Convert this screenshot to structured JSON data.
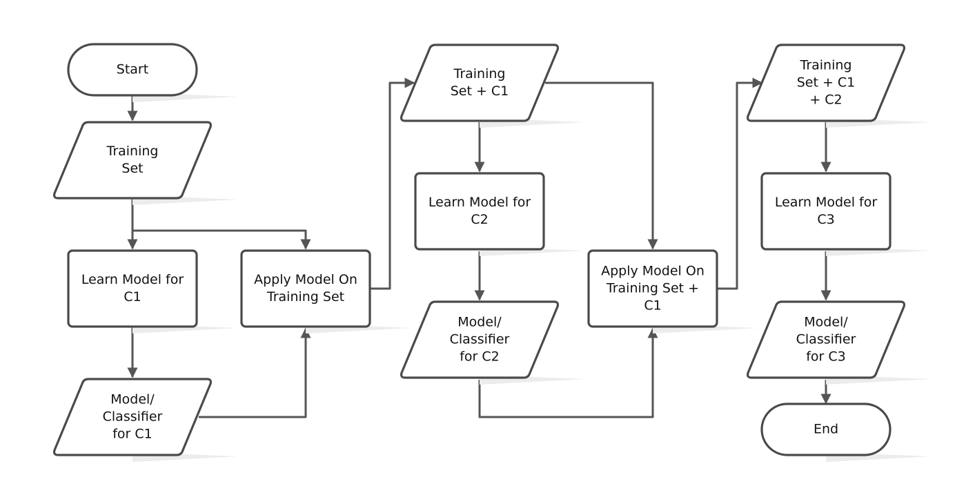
{
  "diagram": {
    "type": "flowchart",
    "nodes": [
      {
        "id": "start",
        "shape": "terminal",
        "lines": [
          "Start"
        ]
      },
      {
        "id": "ts",
        "shape": "data",
        "lines": [
          "Training",
          "Set"
        ]
      },
      {
        "id": "learn_c1",
        "shape": "process",
        "lines": [
          "Learn Model for",
          "C1"
        ]
      },
      {
        "id": "apply_ts",
        "shape": "process",
        "lines": [
          "Apply Model On",
          "Training Set"
        ]
      },
      {
        "id": "model_c1",
        "shape": "data",
        "lines": [
          "Model/",
          "Classifier",
          "for C1"
        ]
      },
      {
        "id": "ts_c1",
        "shape": "data",
        "lines": [
          "Training",
          "Set + C1"
        ]
      },
      {
        "id": "learn_c2",
        "shape": "process",
        "lines": [
          "Learn Model for",
          "C2"
        ]
      },
      {
        "id": "model_c2",
        "shape": "data",
        "lines": [
          "Model/",
          "Classifier",
          "for C2"
        ]
      },
      {
        "id": "apply_ts_c1",
        "shape": "process",
        "lines": [
          "Apply Model On",
          "Training Set +",
          "C1"
        ]
      },
      {
        "id": "ts_c1_c2",
        "shape": "data",
        "lines": [
          "Training",
          "Set + C1",
          "+ C2"
        ]
      },
      {
        "id": "learn_c3",
        "shape": "process",
        "lines": [
          "Learn Model for",
          "C3"
        ]
      },
      {
        "id": "model_c3",
        "shape": "data",
        "lines": [
          "Model/",
          "Classifier",
          "for C3"
        ]
      },
      {
        "id": "end",
        "shape": "terminal",
        "lines": [
          "End"
        ]
      }
    ],
    "edges": [
      {
        "from": "start",
        "to": "ts"
      },
      {
        "from": "ts",
        "to": "learn_c1"
      },
      {
        "from": "ts",
        "to": "apply_ts"
      },
      {
        "from": "learn_c1",
        "to": "model_c1"
      },
      {
        "from": "model_c1",
        "to": "apply_ts"
      },
      {
        "from": "apply_ts",
        "to": "ts_c1"
      },
      {
        "from": "ts_c1",
        "to": "learn_c2"
      },
      {
        "from": "ts_c1",
        "to": "apply_ts_c1"
      },
      {
        "from": "learn_c2",
        "to": "model_c2"
      },
      {
        "from": "model_c2",
        "to": "apply_ts_c1"
      },
      {
        "from": "apply_ts_c1",
        "to": "ts_c1_c2"
      },
      {
        "from": "ts_c1_c2",
        "to": "learn_c3"
      },
      {
        "from": "learn_c3",
        "to": "model_c3"
      },
      {
        "from": "model_c3",
        "to": "end"
      }
    ],
    "colors": {
      "stroke": "#4a4a4a",
      "connector": "#555555",
      "fill": "#ffffff",
      "text": "#111111"
    }
  }
}
